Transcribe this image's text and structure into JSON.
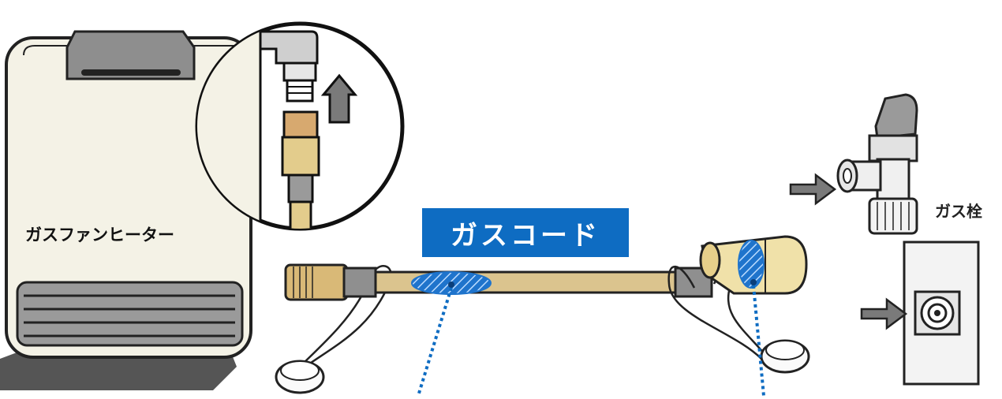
{
  "heater": {
    "label": "ガスファンヒーター"
  },
  "cord": {
    "title": "ガスコード"
  },
  "valve": {
    "label": "ガス栓"
  },
  "colors": {
    "accent_blue": "#0e6cc2",
    "cord_tan": "#d9c28b",
    "heater_body": "#f3f1e6",
    "arrow_gray": "#7a7a7a"
  }
}
